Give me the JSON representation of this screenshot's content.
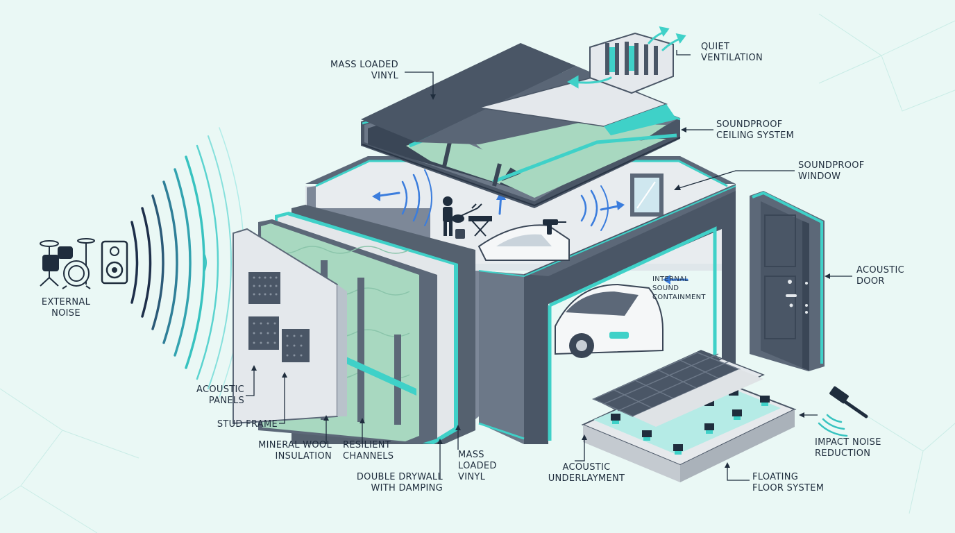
{
  "labels": {
    "mass_loaded_vinyl_top": "MASS LOADED\nVINYL",
    "quiet_ventilation": "QUIET\nVENTILATION",
    "soundproof_ceiling_system": "SOUNDPROOF\nCEILING SYSTEM",
    "soundproof_window": "SOUNDPROOF\nWINDOW",
    "external_noise": "EXTERNAL\nNOISE",
    "internal_sound_containment": "INTERNAL\nSOUND\nCONTAINMENT",
    "acoustic_door": "ACOUSTIC\nDOOR",
    "acoustic_panels": "ACOUSTIC\nPANELS",
    "stud_frame": "STUD FRAME",
    "mineral_wool_insulation": "MINERAL WOOL\nINSULATION",
    "resilient_channels": "RESILIENT\nCHANNELS",
    "double_drywall": "DOUBLE DRYWALL\nWITH DAMPING",
    "mass_loaded_vinyl_wall": "MASS\nLOADED\nVINYL",
    "acoustic_underlayment": "ACOUSTIC\nUNDERLAYMENT",
    "floating_floor_system": "FLOATING\nFLOOR SYSTEM",
    "impact_noise_reduction": "IMPACT NOISE\nREDUCTION"
  },
  "colors": {
    "background": "#eaf8f5",
    "dark_slate": "#4a5666",
    "mid_slate": "#6c7888",
    "light_panel": "#e4e8ec",
    "accent_teal": "#3fd1c8",
    "mineral_wool": "#a8d8c0",
    "arrow_blue": "#3b7ddd",
    "wave_navy": "#1e2f4a",
    "wave_teal": "#38c3c0",
    "label_text": "#1f2d3d"
  },
  "icons": [
    "drum-kit-icon",
    "speaker-icon",
    "guitarist-icon",
    "keyboard-icon",
    "drill-icon",
    "car-icon",
    "hammer-icon"
  ]
}
